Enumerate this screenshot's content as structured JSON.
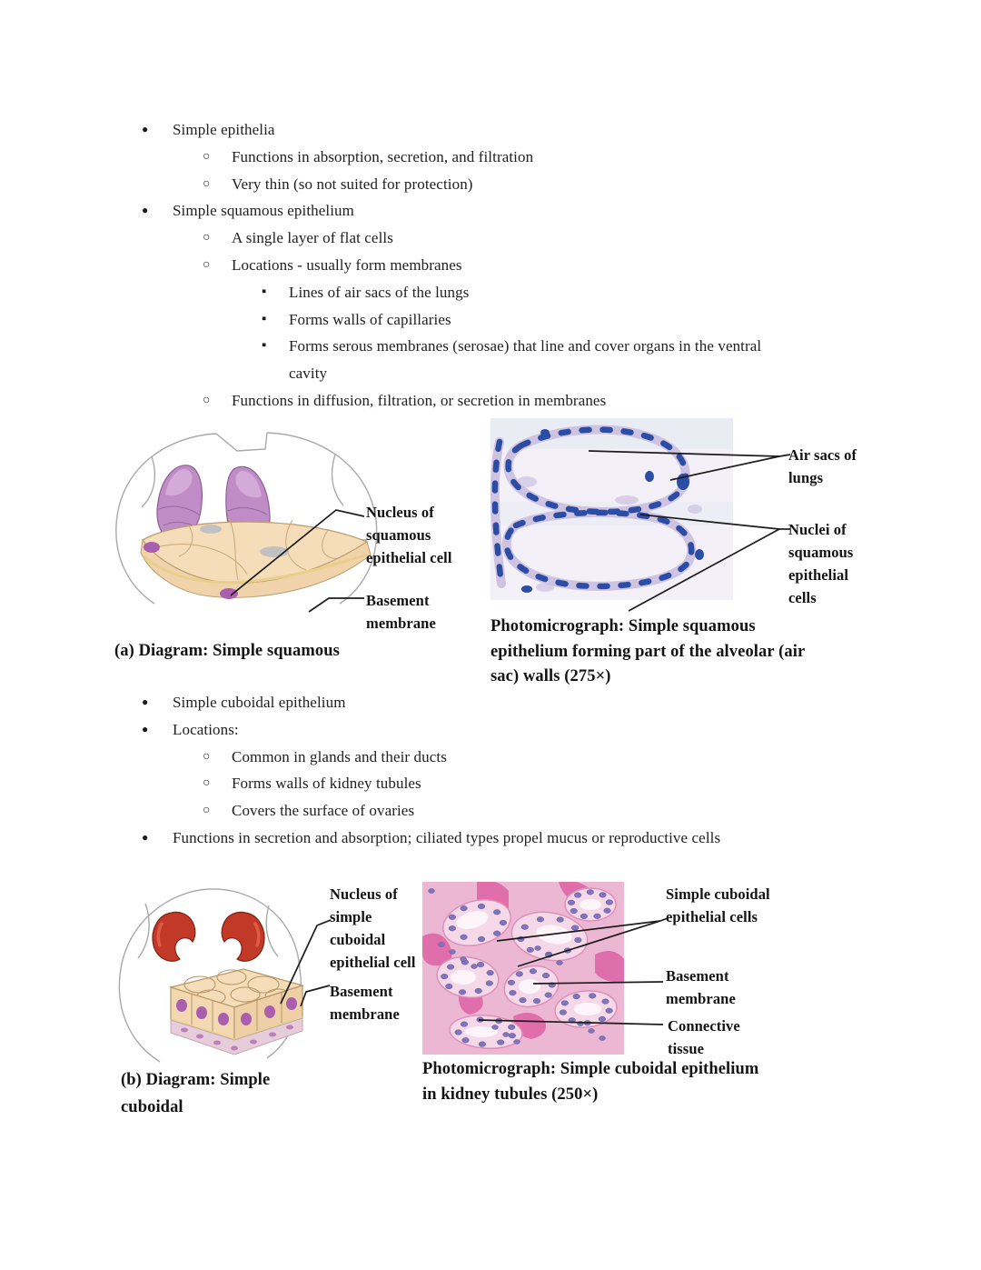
{
  "icons": {
    "bullet_level1": "●",
    "bullet_level2": "○",
    "bullet_level3": "▪"
  },
  "colors": {
    "text": "#212121",
    "lungs_purple": "#c08cc5",
    "kidneys_red": "#c23a27",
    "cell_sheet_tan": "#f5ddb9",
    "nucleus_purple": "#a95fae",
    "micro_a_background": "#f3f0f7",
    "micro_a_nuclei_blue": "#2c4da5",
    "micro_b_pink": "#ecb7d3",
    "micro_b_nuclei_violet": "#8074bd"
  },
  "list_one": [
    "Simple epithelia",
    "Functions in absorption, secretion, and filtration",
    "Very thin (so not suited for protection)",
    "Simple squamous epithelium",
    "A single layer of flat cells",
    "Locations - usually form membranes",
    "Lines of air sacs of the lungs",
    "Forms walls of capillaries",
    "Forms serous membranes (serosae) that line and cover organs in the ventral cavity",
    "Functions in diffusion, filtration, or secretion in membranes"
  ],
  "list_two": [
    "Simple cuboidal epithelium",
    "Locations:",
    "Common in glands and their ducts",
    "Forms walls of kidney tubules",
    "Covers the surface of ovaries",
    "Functions in secretion and absorption; ciliated types propel mucus or reproductive cells"
  ],
  "figure_a": {
    "label_nucleus": "Nucleus of squamous epithelial cell",
    "label_basement": "Basement membrane",
    "label_air_sacs": "Air sacs of lungs",
    "label_nuclei": "Nuclei of squamous epithelial cells",
    "diagram_caption_lead": "(a) Diagram:",
    "diagram_caption_rest": " Simple squamous",
    "micro_caption_lead": "Photomicrograph:",
    "micro_caption_rest": " Simple squamous epithelium forming part of the alveolar (air sac) walls (275×)"
  },
  "figure_b": {
    "label_nucleus": "Nucleus of simple cuboidal epithelial cell",
    "label_basement": "Basement membrane",
    "label_cells": "Simple cuboidal epithelial cells",
    "label_basement2": "Basement membrane",
    "label_connective": "Connective tissue",
    "diagram_caption_lead": "(b) Diagram:",
    "diagram_caption_rest": " Simple cuboidal",
    "micro_caption_lead": "Photomicrograph:",
    "micro_caption_rest": " Simple cuboidal epithelium in kidney tubules (250×)"
  }
}
